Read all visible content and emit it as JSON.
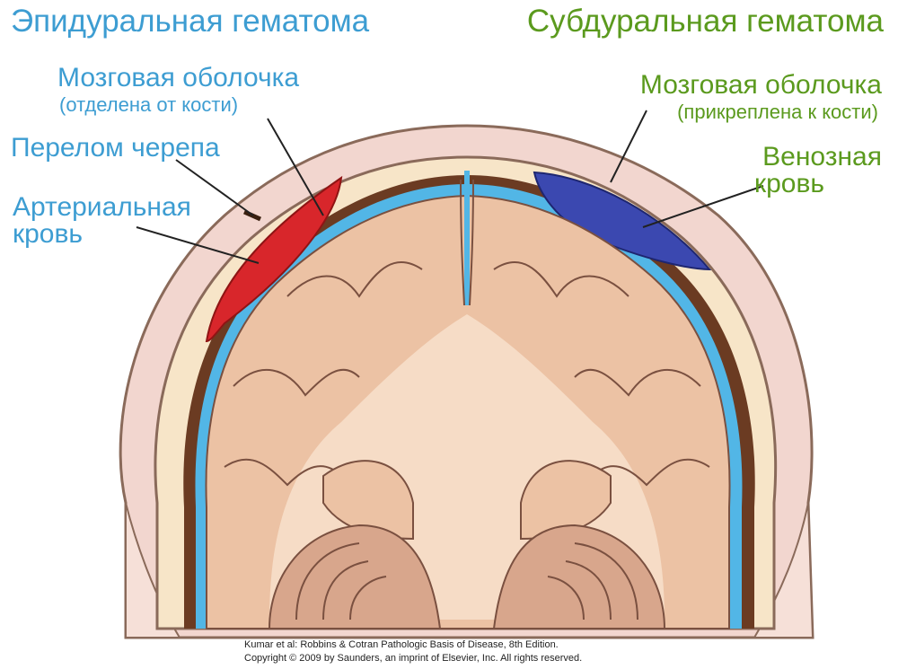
{
  "titles": {
    "epidural": "Эпидуральная гематома",
    "subdural": "Субдуральная гематома"
  },
  "labels_left": {
    "dura_main": "Мозговая оболочка",
    "dura_sub": "(отделена от кости)",
    "fracture": "Перелом черепа",
    "arterial_line1": "Артериальная",
    "arterial_line2": "кровь"
  },
  "labels_right": {
    "dura_main": "Мозговая оболочка",
    "dura_sub": "(прикреплена к кости)",
    "venous_line1": "Венозная",
    "venous_line2": "кровь"
  },
  "credit": {
    "line1": "Kumar et al: Robbins & Cotran Pathologic Basis of Disease, 8th Edition.",
    "line2": "Copyright © 2009 by Saunders, an imprint of Elsevier, Inc. All rights reserved."
  },
  "colors": {
    "left_text": "#3d9dd2",
    "right_text": "#5b9a1e",
    "arterial_blood": "#d8262b",
    "venous_blood": "#3b48b0",
    "dura": "#52b6e6",
    "brain": "#ecc2a4",
    "bone": "#f7e5c8",
    "scalp": "#f2d6cf"
  }
}
